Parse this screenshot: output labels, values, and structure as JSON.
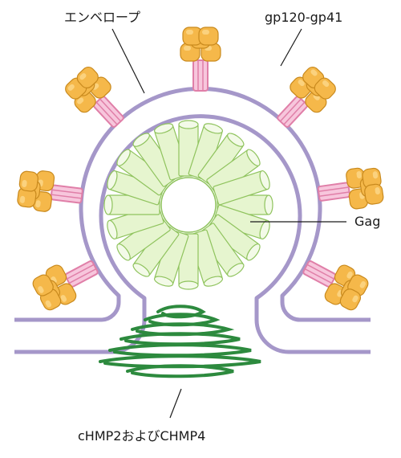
{
  "labels": {
    "envelope": "エンベロープ",
    "gp": "gp120-gp41",
    "gag": "Gag",
    "escrt": "cHMP2およびCHMP4"
  },
  "colors": {
    "membrane": "#a597c9",
    "glycoprotein_head": "#f5b84a",
    "glycoprotein_stem": "#e07fa8",
    "gag_fill": "#e6f5cf",
    "gag_stroke": "#8fc35d",
    "escrt_filament": "#2d8a3e"
  }
}
